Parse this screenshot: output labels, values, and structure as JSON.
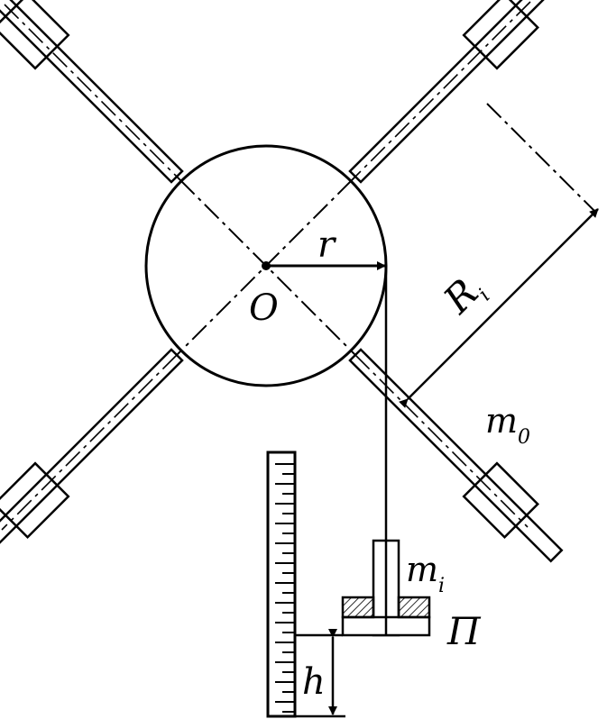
{
  "labels": {
    "center": "O",
    "radius": "r",
    "arm_radius_main": "R",
    "arm_radius_sub": "i",
    "arm_mass_main": "m",
    "arm_mass_sub": "0",
    "load_mass_main": "m",
    "load_mass_sub": "i",
    "platform": "П",
    "height": "h"
  },
  "colors": {
    "ink": "#000000",
    "background": "#ffffff"
  }
}
